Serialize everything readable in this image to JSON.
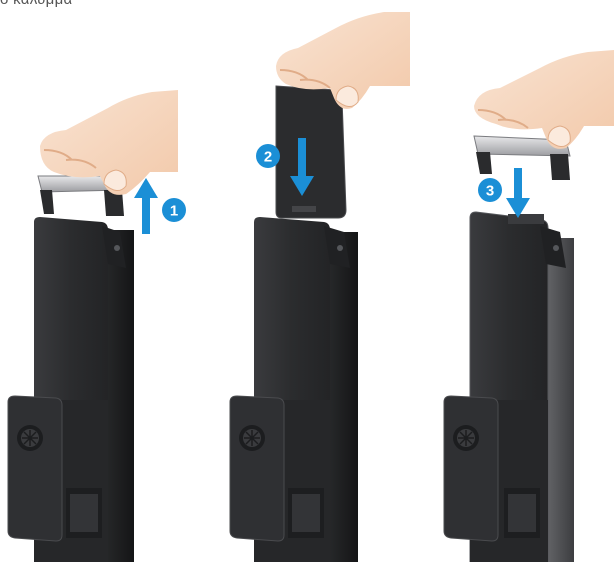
{
  "caption": "ο καλυμμα",
  "steps": [
    {
      "number": "1",
      "action": "lift-cover-up",
      "arrow_direction": "up"
    },
    {
      "number": "2",
      "action": "insert-battery-down",
      "arrow_direction": "down"
    },
    {
      "number": "3",
      "action": "replace-cover-down",
      "arrow_direction": "down"
    }
  ],
  "colors": {
    "step_badge": "#1b8fd6",
    "arrow": "#1b8fd6",
    "device_body": "#2d2e30",
    "device_edge": "#4a4b4e",
    "rail": "#1e1f21",
    "hand": "#f6d7bf",
    "hand_shadow": "#e9bea0"
  },
  "icons": [
    "hand-icon",
    "arrow-up-icon",
    "arrow-down-icon",
    "battery-icon",
    "cover-icon",
    "knob-icon"
  ]
}
